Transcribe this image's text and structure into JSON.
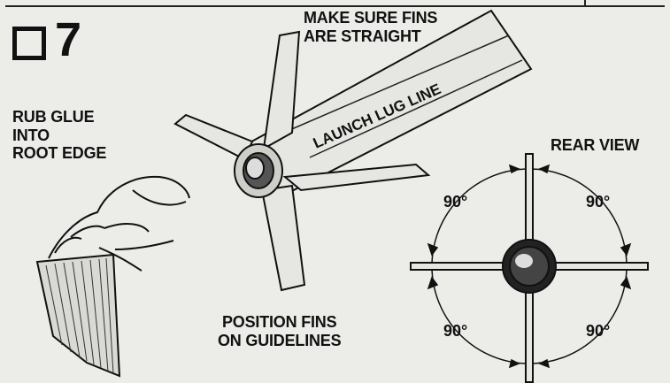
{
  "step": {
    "number": "7"
  },
  "labels": {
    "rub_glue": [
      "RUB GLUE",
      "INTO",
      "ROOT EDGE"
    ],
    "make_sure": [
      "MAKE SURE FINS",
      "ARE STRAIGHT"
    ],
    "launch_lug": "LAUNCH LUG LINE",
    "rear_view": "REAR VIEW",
    "position": [
      "POSITION FINS",
      "ON GUIDELINES"
    ]
  },
  "angles": [
    "90°",
    "90°",
    "90°",
    "90°"
  ]
}
